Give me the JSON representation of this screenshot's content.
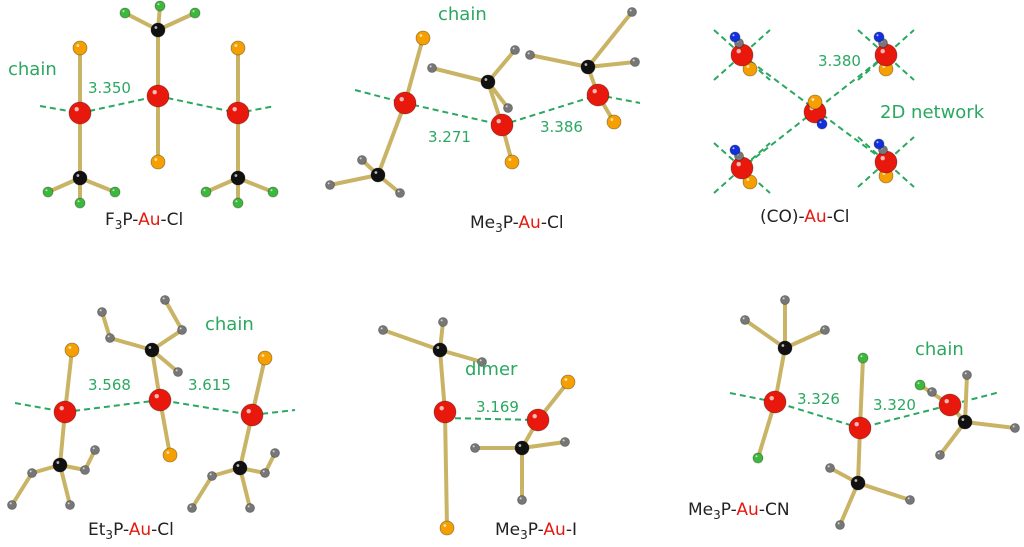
{
  "colors": {
    "gold": "#e8180c",
    "phosphorus": "#f5a000",
    "carbon": "#111111",
    "methyl": "#777777",
    "fluorine": "#3cb83c",
    "nitrogen": "#1030e0",
    "bond": "#c9b466",
    "contact": "#2aa860"
  },
  "panels": [
    {
      "formula": {
        "pre": "F",
        "sub": "3",
        "mid": "P-",
        "metal": "Au",
        "post": "-Cl"
      },
      "motif": "chain",
      "distances": [
        "3.350"
      ]
    },
    {
      "formula": {
        "pre": "Me",
        "sub": "3",
        "mid": "P-",
        "metal": "Au",
        "post": "-Cl"
      },
      "motif": "chain",
      "distances": [
        "3.271",
        "3.386"
      ]
    },
    {
      "formula": {
        "pre": "(CO)-",
        "metal": "Au",
        "post": "-Cl"
      },
      "motif": "2D network",
      "distances": [
        "3.380"
      ]
    },
    {
      "formula": {
        "pre": "Et",
        "sub": "3",
        "mid": "P-",
        "metal": "Au",
        "post": "-Cl"
      },
      "motif": "chain",
      "distances": [
        "3.568",
        "3.615"
      ]
    },
    {
      "formula": {
        "pre": "Me",
        "sub": "3",
        "mid": "P-",
        "metal": "Au",
        "post": "-I"
      },
      "motif": "dimer",
      "distances": [
        "3.169"
      ]
    },
    {
      "formula": {
        "pre": "Me",
        "sub": "3",
        "mid": "P-",
        "metal": "Au",
        "post": "-CN"
      },
      "motif": "chain",
      "distances": [
        "3.326",
        "3.320"
      ]
    }
  ]
}
